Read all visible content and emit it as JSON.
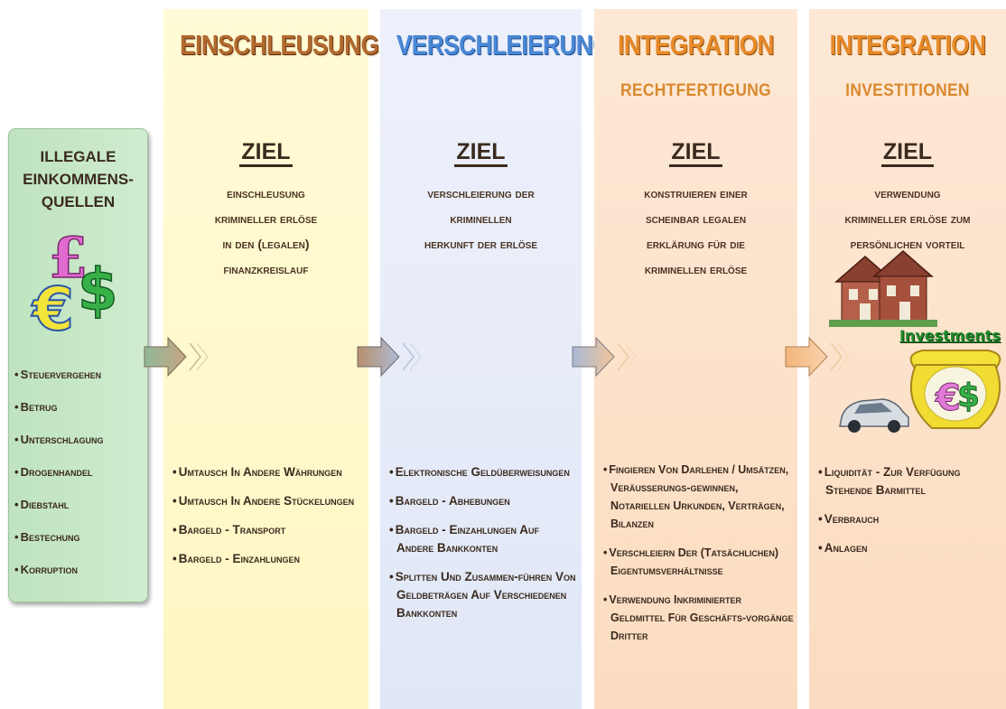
{
  "source": {
    "title": "ILLEGALE\nEINKOMMENS-\nQUELLEN",
    "icon": "currency-symbols-icon",
    "items": [
      "Steuervergehen",
      "Betrug",
      "Unterschlagung",
      "Drogenhandel",
      "Diebstahl",
      "Bestechung",
      "Korruption"
    ]
  },
  "columns": [
    {
      "heading": "EINSCHLEUSUNG",
      "subheading": "",
      "ziel_label": "ZIEL",
      "goal": "Einschleusung\nKrimineller Erlöse\nIn Den (Legalen)\nFinanzkreislauf",
      "items": [
        "Umtausch In Andere Währungen",
        "Umtausch In Andere Stückelungen",
        "Bargeld - Transport",
        "Bargeld - Einzahlungen"
      ]
    },
    {
      "heading": "VERSCHLEIERUNG",
      "subheading": "",
      "ziel_label": "ZIEL",
      "goal": "Verschleierung Der\nKriminellen\nHerkunft Der Erlöse",
      "items": [
        "Elektronische Geldüberweisungen",
        "Bargeld - Abhebungen",
        "Bargeld - Einzahlungen Auf Andere Bankkonten",
        "Splitten Und Zusammen-führen Von Geldbeträgen Auf Verschiedenen Bankkonten"
      ]
    },
    {
      "heading": "INTEGRATION",
      "subheading": "RECHTFERTIGUNG",
      "ziel_label": "ZIEL",
      "goal": "Konstruieren Einer\nScheinbar Legalen\nErklärung Für Die\nKriminellen Erlöse",
      "items": [
        "Fingieren Von Darlehen / Umsätzen, Veräusserungs-gewinnen, Notariellen Urkunden, Verträgen, Bilanzen",
        "Verschleiern Der (Tatsächlichen) Eigentumsverhältnisse",
        "Verwendung Inkriminierter Geldmittel Für Geschäfts-vorgänge Dritter"
      ]
    },
    {
      "heading": "INTEGRATION",
      "subheading": "INVESTITIONEN",
      "ziel_label": "ZIEL",
      "goal": "Verwendung\nKrimineller Erlöse Zum\nPersönlichen Vorteil",
      "items": [
        "Liquidität - Zur Verfügung Stehende Barmittel",
        "Verbrauch",
        "Anlagen"
      ],
      "investments_label": "Investments"
    }
  ],
  "colors": {
    "einschleusung": "#fff7c8",
    "verschleierung": "#e4ebf8",
    "integration": "#fde2c8",
    "source_box": "#c6e8c6"
  }
}
